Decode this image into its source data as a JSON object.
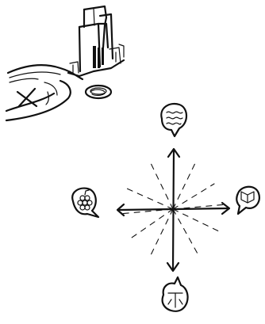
{
  "illustration": {
    "scene": {
      "marker_symbol": "✕"
    },
    "compass": {
      "directions": [
        {
          "name": "north",
          "icon": "wave-speech-bubble-icon"
        },
        {
          "name": "east",
          "icon": "open-book-speech-bubble-icon"
        },
        {
          "name": "south",
          "icon": "wifi-sign-speech-bubble-icon"
        },
        {
          "name": "west",
          "icon": "grapes-speech-bubble-icon"
        }
      ]
    },
    "colors": {
      "ink": "#111111",
      "paper": "#ffffff"
    }
  }
}
